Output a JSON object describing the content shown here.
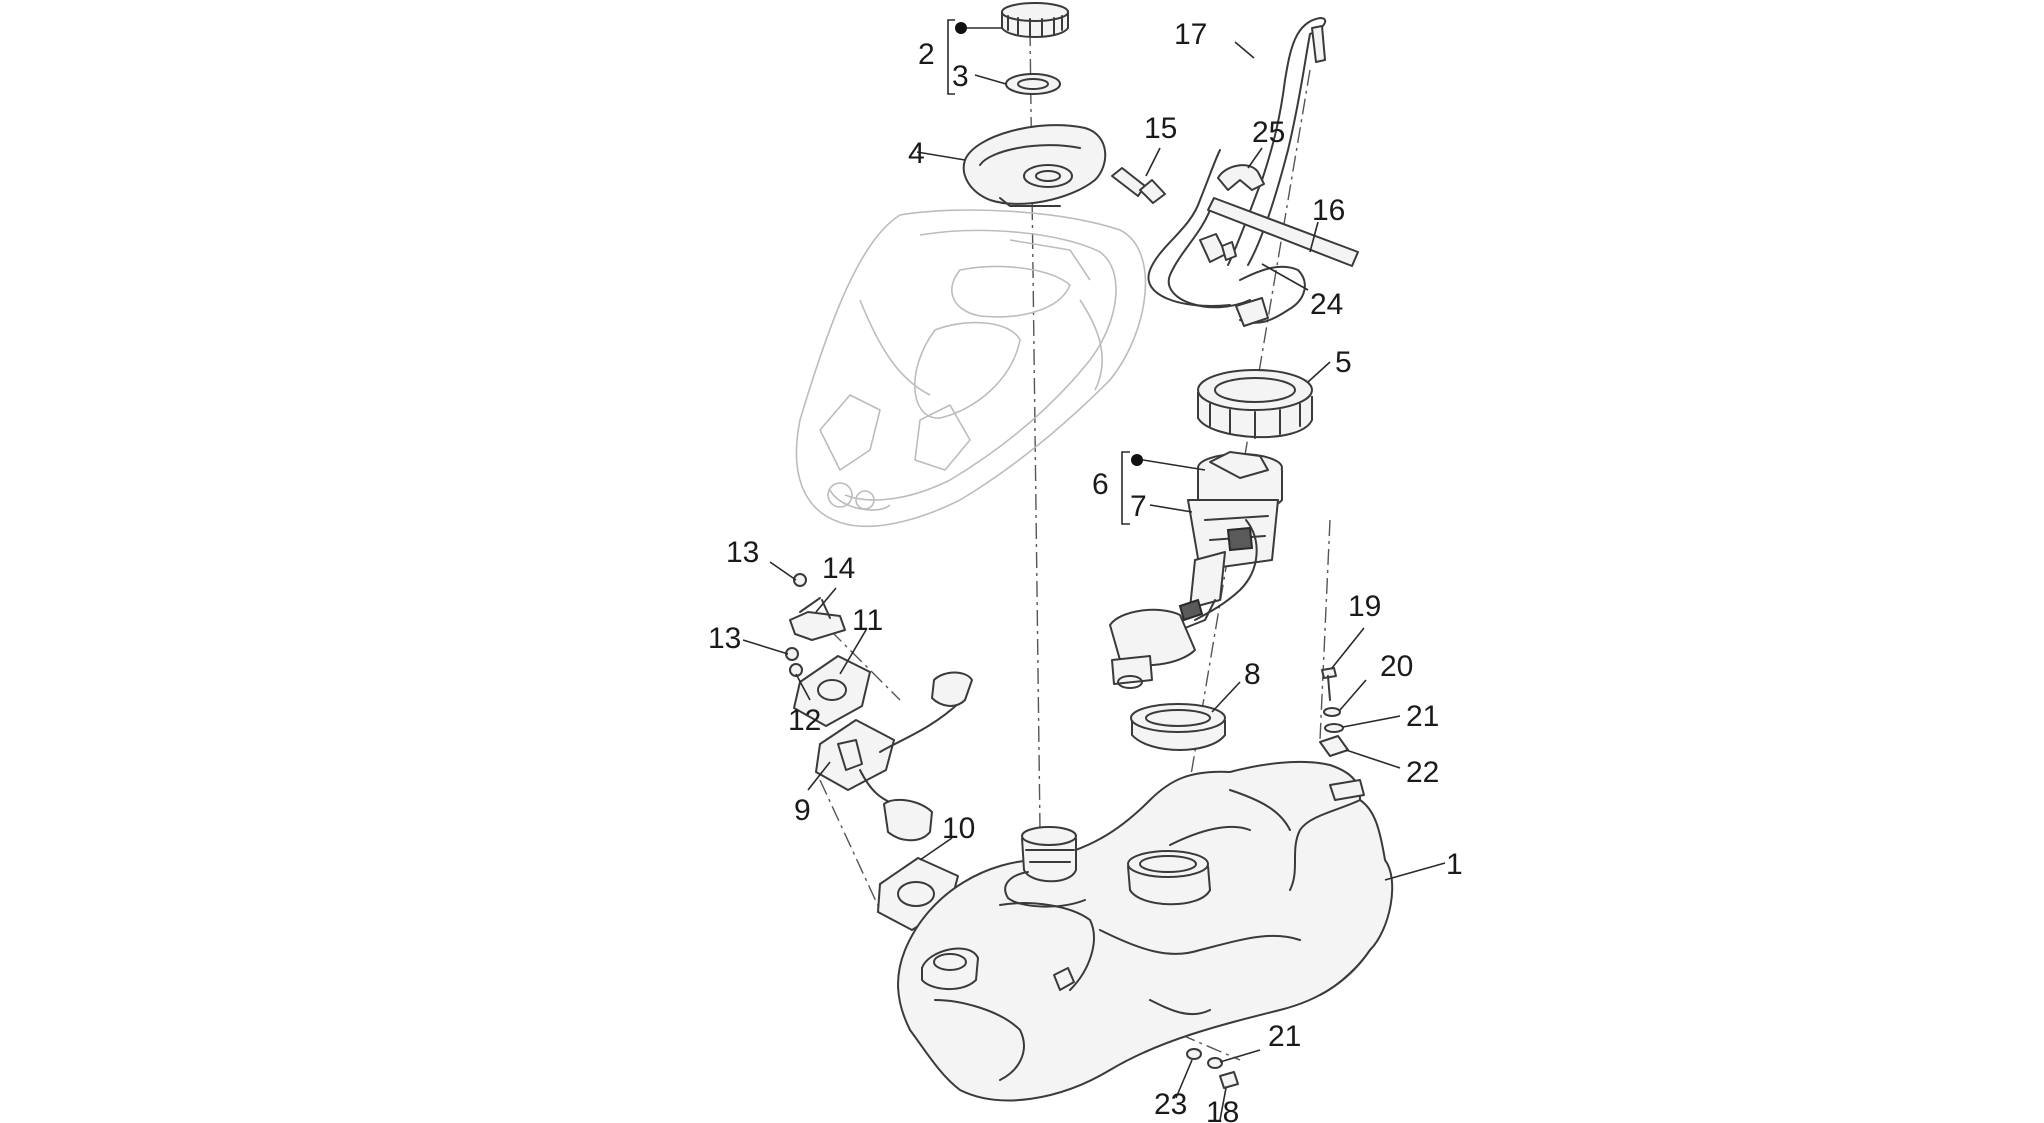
{
  "diagram": {
    "callouts": [
      {
        "id": "c1",
        "text": "1"
      },
      {
        "id": "c2",
        "text": "2"
      },
      {
        "id": "c3",
        "text": "3"
      },
      {
        "id": "c4",
        "text": "4"
      },
      {
        "id": "c5",
        "text": "5"
      },
      {
        "id": "c6",
        "text": "6"
      },
      {
        "id": "c7",
        "text": "7"
      },
      {
        "id": "c8",
        "text": "8"
      },
      {
        "id": "c9",
        "text": "9"
      },
      {
        "id": "c10",
        "text": "10"
      },
      {
        "id": "c11",
        "text": "11"
      },
      {
        "id": "c12",
        "text": "12"
      },
      {
        "id": "c13a",
        "text": "13"
      },
      {
        "id": "c13b",
        "text": "13"
      },
      {
        "id": "c14",
        "text": "14"
      },
      {
        "id": "c15",
        "text": "15"
      },
      {
        "id": "c16",
        "text": "16"
      },
      {
        "id": "c17",
        "text": "17"
      },
      {
        "id": "c18",
        "text": "18"
      },
      {
        "id": "c19",
        "text": "19"
      },
      {
        "id": "c20",
        "text": "20"
      },
      {
        "id": "c21a",
        "text": "21"
      },
      {
        "id": "c21b",
        "text": "21"
      },
      {
        "id": "c22",
        "text": "22"
      },
      {
        "id": "c23",
        "text": "23"
      },
      {
        "id": "c24",
        "text": "24"
      },
      {
        "id": "c25",
        "text": "25"
      }
    ]
  }
}
